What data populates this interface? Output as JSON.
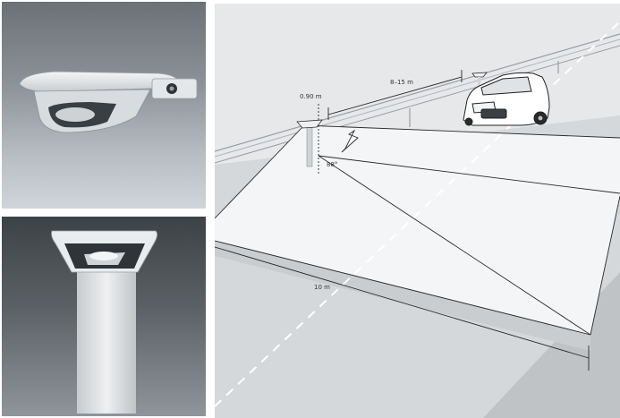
{
  "diagram": {
    "labels": {
      "height": "0.90 m",
      "spacing": "8–15 m",
      "angle": "88°",
      "width": "10 m"
    }
  },
  "colors": {
    "asphalt": "#d4d7da",
    "lit_area": "#f3f4f5",
    "line": "#2a2a2a",
    "lane_marking": "#ffffff"
  }
}
